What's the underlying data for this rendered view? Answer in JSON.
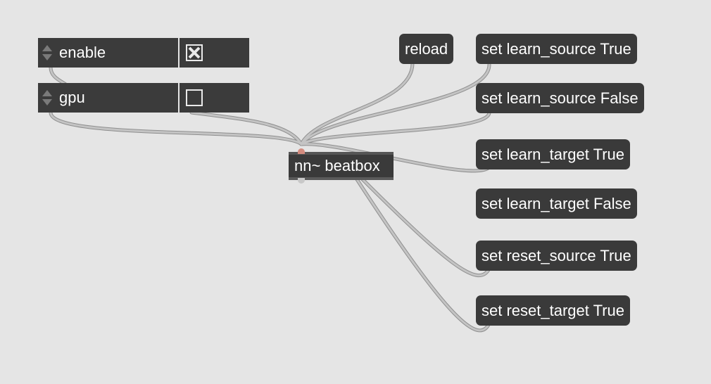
{
  "attrui": {
    "enable": {
      "label": "enable",
      "checked": true
    },
    "gpu": {
      "label": "gpu",
      "checked": false
    }
  },
  "object": {
    "text": "nn~ beatbox"
  },
  "messages": {
    "reload": "reload",
    "learn_source_true": "set learn_source True",
    "learn_source_false": "set learn_source False",
    "learn_target_true": "set learn_target True",
    "learn_target_false": "set learn_target False",
    "reset_source_true": "set reset_source True",
    "reset_target_true": "set reset_target True"
  },
  "colors": {
    "background": "#e5e5e5",
    "box": "#3a3a3a",
    "cord": "#b3b3b3",
    "inlet": "#d38b7e"
  }
}
